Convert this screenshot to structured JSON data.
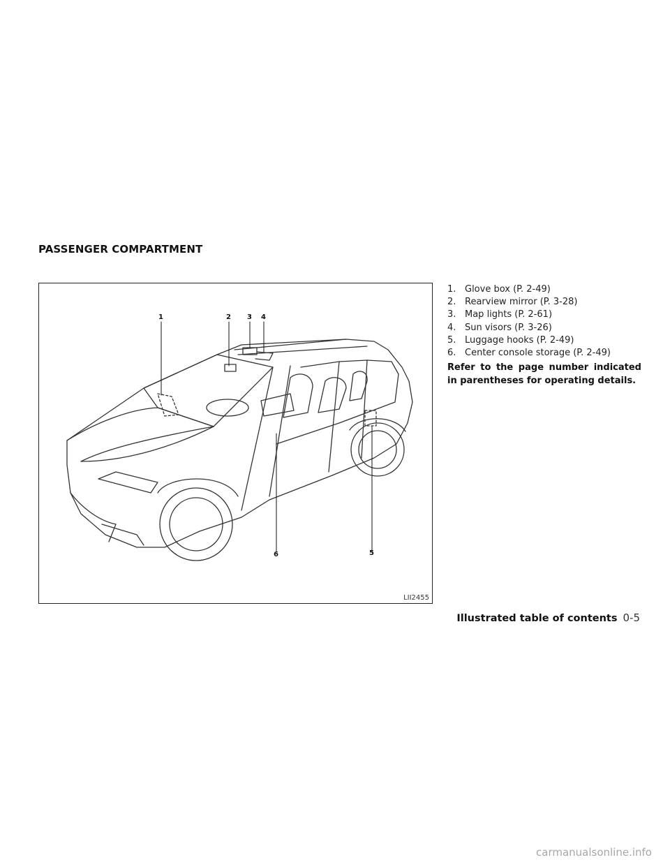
{
  "section_title": "PASSENGER COMPARTMENT",
  "figure": {
    "callouts": [
      "1",
      "2",
      "3",
      "4",
      "5",
      "6"
    ],
    "id": "LII2455"
  },
  "items": [
    {
      "num": "1.",
      "text": "Glove box (P. 2-49)"
    },
    {
      "num": "2.",
      "text": "Rearview mirror (P. 3-28)"
    },
    {
      "num": "3.",
      "text": "Map lights (P. 2-61)"
    },
    {
      "num": "4.",
      "text": "Sun visors (P. 3-26)"
    },
    {
      "num": "5.",
      "text": "Luggage hooks (P. 2-49)"
    },
    {
      "num": "6.",
      "text": "Center console storage (P. 2-49)"
    }
  ],
  "note": "Refer to the page number indicated in parentheses for operating details.",
  "footer": {
    "title": "Illustrated table of contents",
    "page": "0-5"
  },
  "watermark": "carmanualsonline.info"
}
